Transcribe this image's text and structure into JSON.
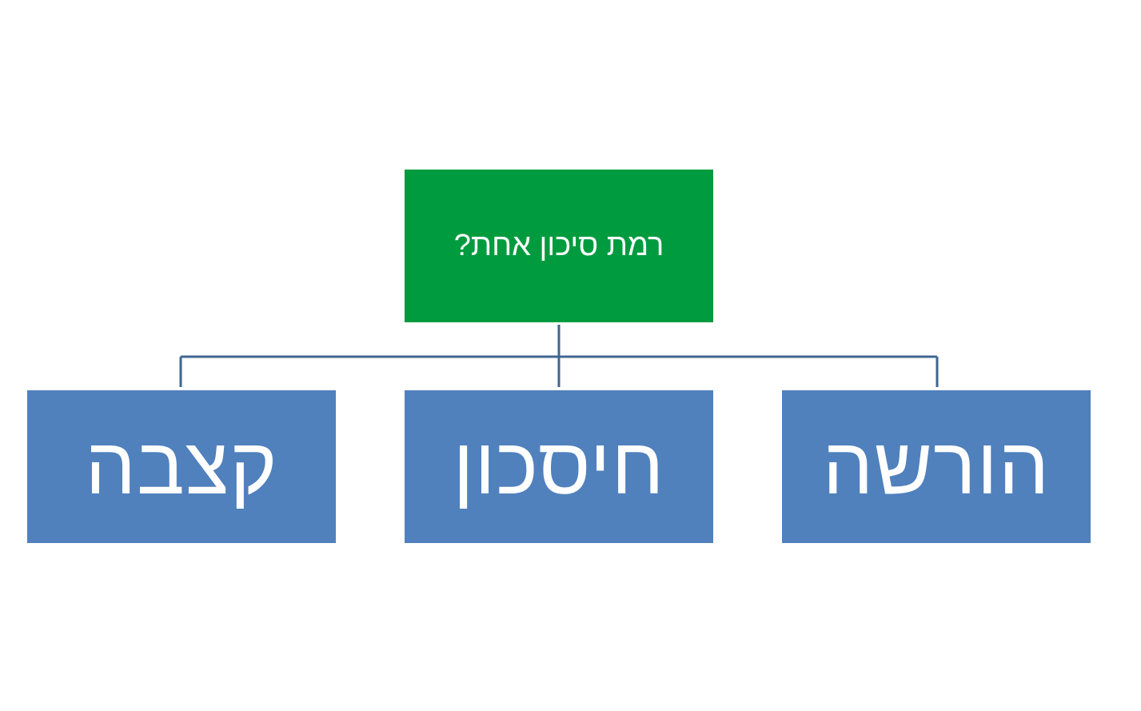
{
  "diagram": {
    "type": "org-chart",
    "root": {
      "label": "רמת סיכון אחת?",
      "color": "#009b3e"
    },
    "children": [
      {
        "label": "הורשה",
        "color": "#5081bd"
      },
      {
        "label": "חיסכון",
        "color": "#5081bd"
      },
      {
        "label": "קצבה",
        "color": "#5081bd"
      }
    ],
    "connector_color": "#3f6592"
  }
}
